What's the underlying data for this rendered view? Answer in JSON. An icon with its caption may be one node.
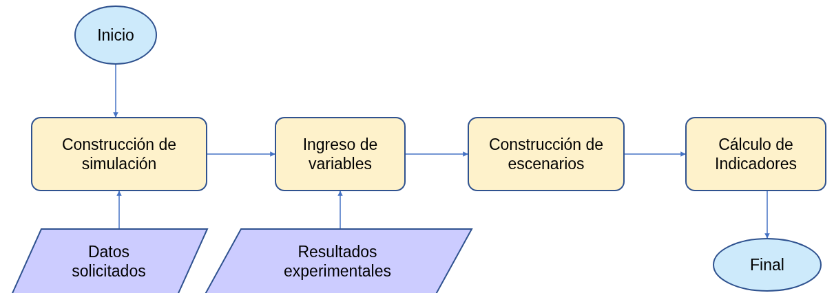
{
  "diagram": {
    "nodes": [
      {
        "text": [
          "Inicio"
        ]
      },
      {
        "text": [
          "Construcción de simulación"
        ]
      },
      {
        "text": [
          "Ingreso de variables"
        ]
      },
      {
        "text": [
          "Construcción de escenarios"
        ]
      },
      {
        "text": [
          "Cálculo de Indicadores"
        ]
      },
      {
        "text": [
          "Datos solicitados"
        ]
      },
      {
        "text": [
          "Resultados experimentales"
        ]
      },
      {
        "text": [
          "Final"
        ]
      }
    ],
    "edges": [
      {
        "from": 0,
        "to": 1,
        "arrow": "to"
      },
      {
        "from": 5,
        "to": 1,
        "arrow": "to"
      },
      {
        "from": 1,
        "to": 2,
        "arrow": "to"
      },
      {
        "from": 6,
        "to": 2,
        "arrow": "to"
      },
      {
        "from": 2,
        "to": 3,
        "arrow": "to"
      },
      {
        "from": 3,
        "to": 4,
        "arrow": "to"
      },
      {
        "from": 4,
        "to": 7,
        "arrow": "to"
      }
    ]
  }
}
